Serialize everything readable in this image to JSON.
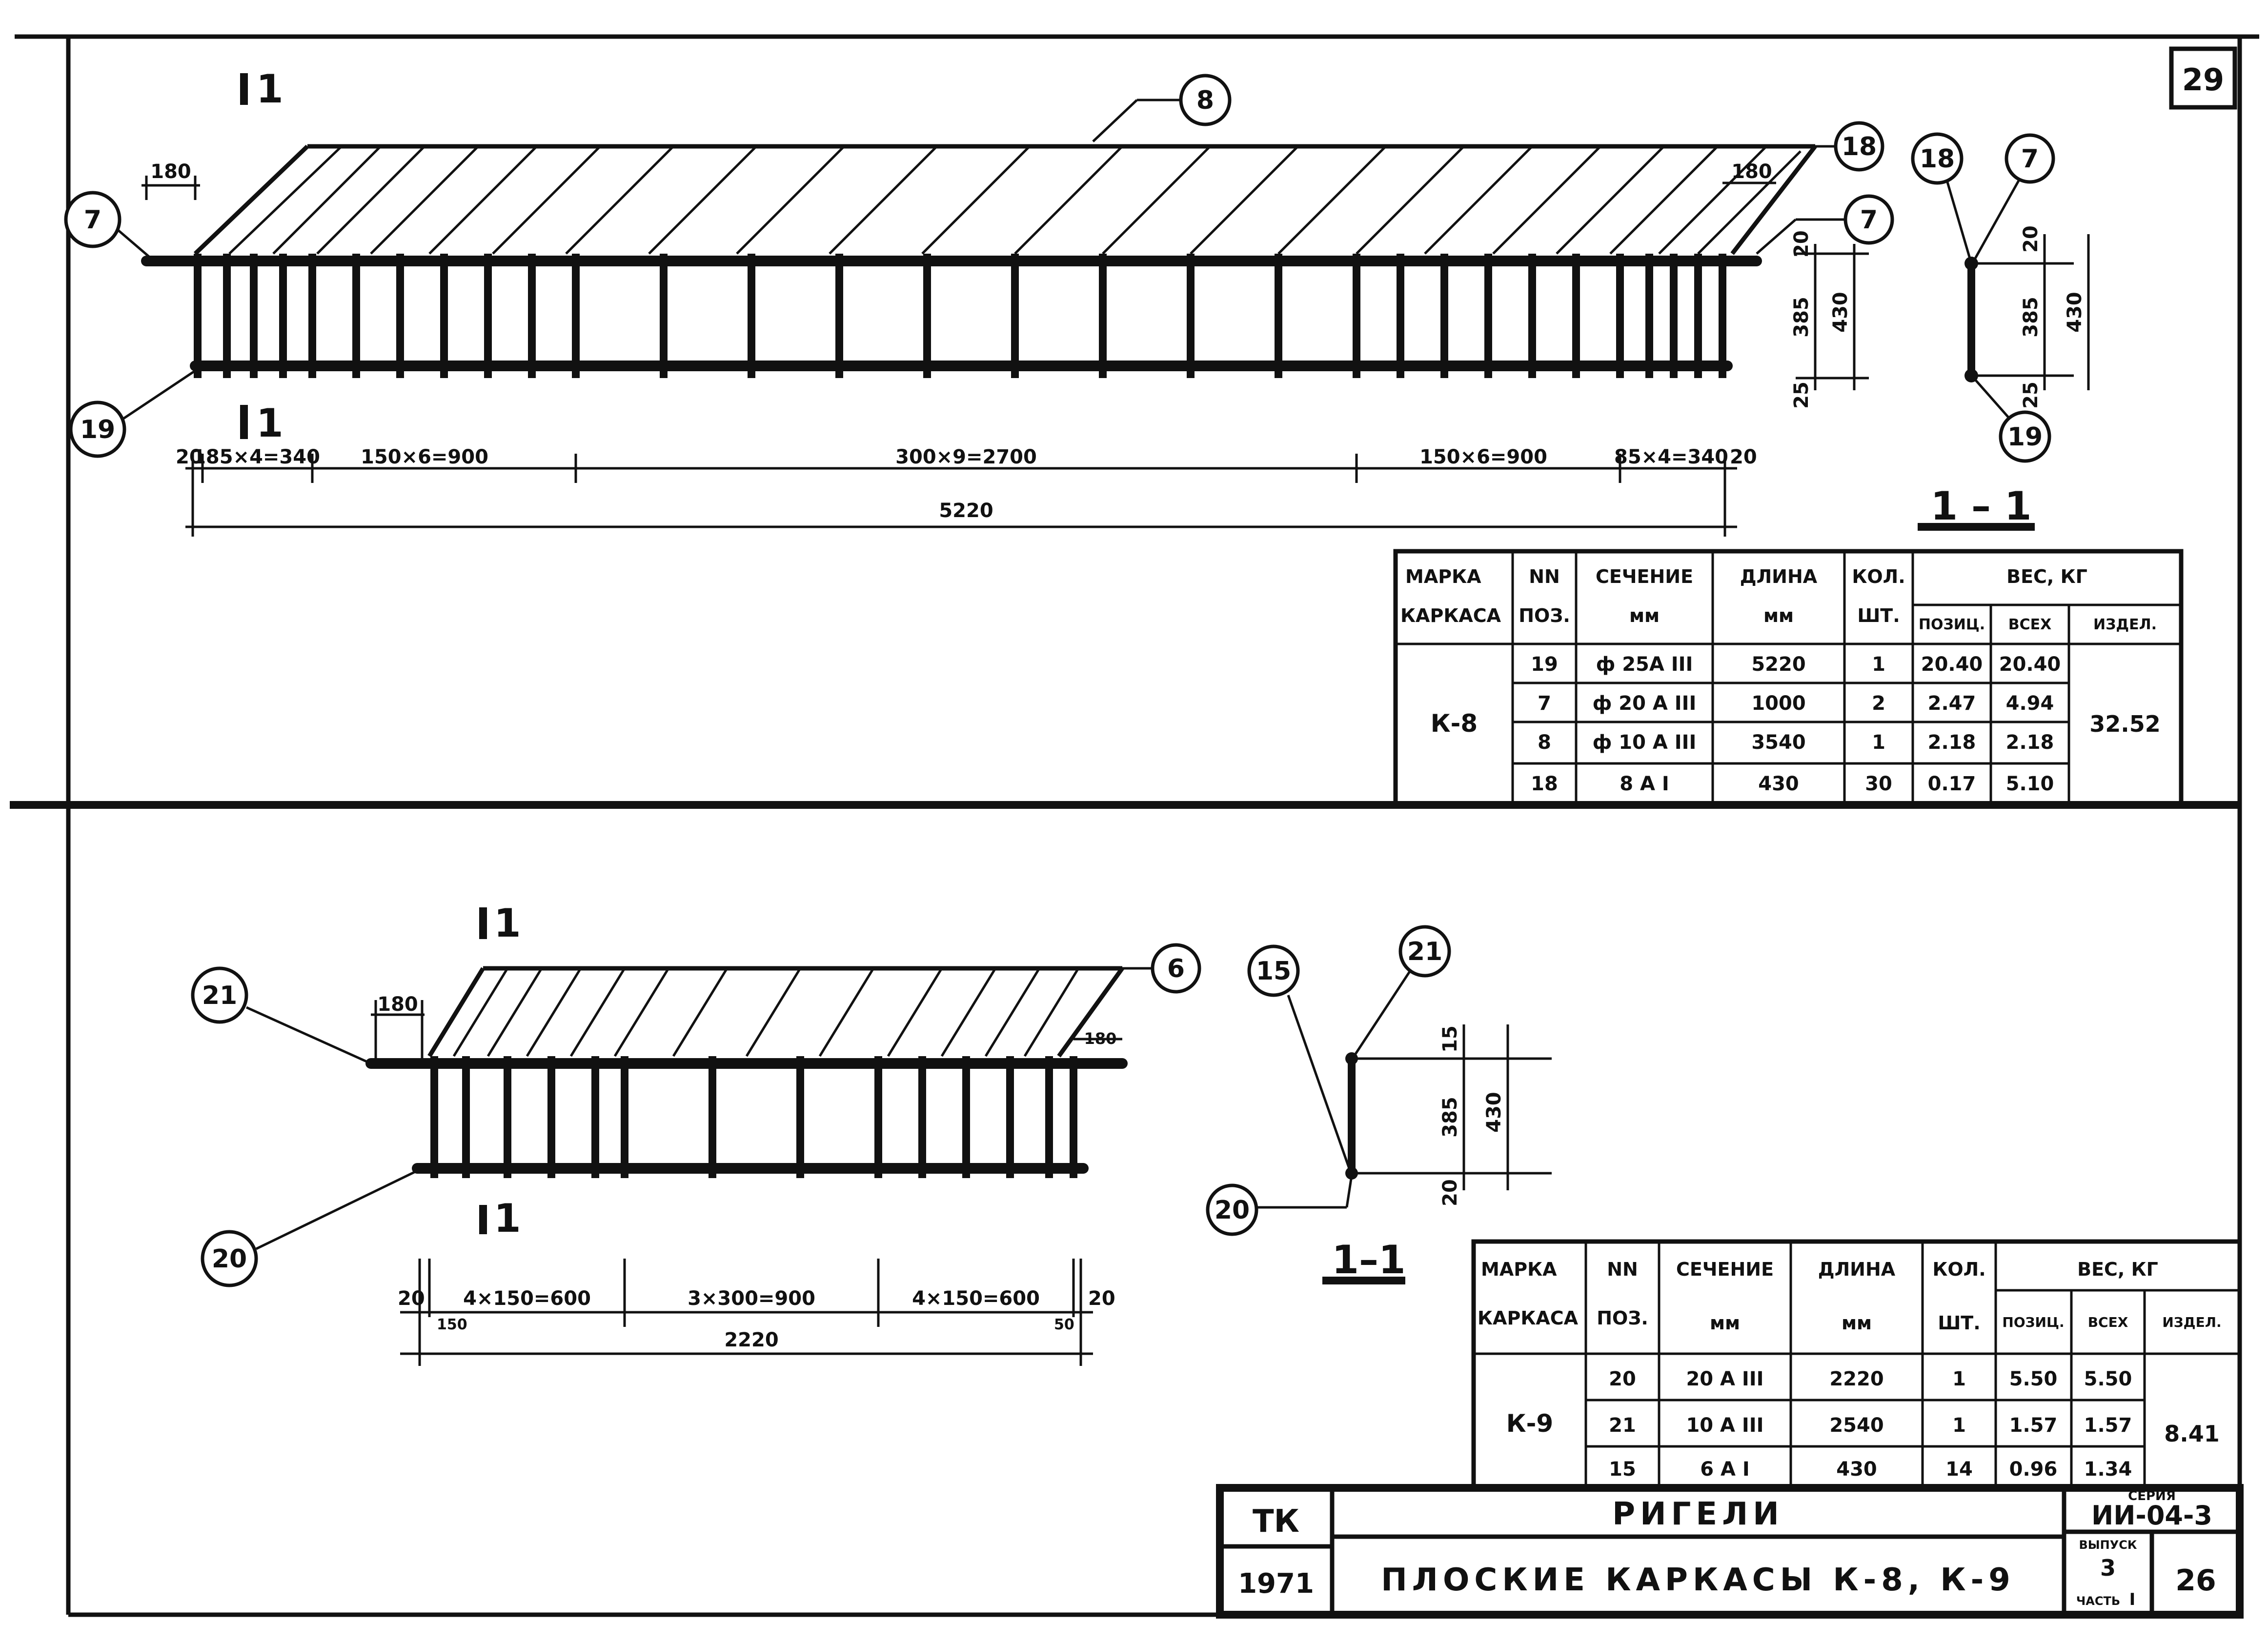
{
  "sheet": {
    "number": "29"
  },
  "k8": {
    "callouts": {
      "c8": "8",
      "c18": "18",
      "c7a": "7",
      "c7b": "7",
      "c19": "19"
    },
    "dims_top": {
      "d180a": "180",
      "d180b": "180",
      "d20": "20",
      "d385": "385",
      "d430": "430",
      "d25": "25"
    },
    "dims_bottom": {
      "seg0": "20",
      "seg1": "185×4=340",
      "seg2": "150×6=900",
      "seg3": "300×9=2700",
      "seg4": "150×6=900",
      "seg5": "85×4=340",
      "seg6": "20",
      "total": "5220"
    },
    "section": {
      "label": "1 – 1",
      "c18": "18",
      "c7": "7",
      "c19": "19",
      "d20": "20",
      "d385": "385",
      "d430": "430",
      "d25": "25"
    },
    "cut_marks": {
      "top": "1",
      "bottom": "1"
    },
    "table": {
      "h_mark": "МАРКА",
      "h_mark2": "КАРКАСА",
      "h_nn": "NN",
      "h_nn2": "ПОЗ.",
      "h_sec": "СЕЧЕНИЕ",
      "h_sec2": "мм",
      "h_len": "ДЛИНА",
      "h_len2": "мм",
      "h_qty": "КОЛ.",
      "h_qty2": "ШТ.",
      "h_w": "ВЕС, КГ",
      "h_w1": "ПОЗИЦ.",
      "h_w2": "ВСЕХ",
      "h_w3": "ИЗДЕЛ.",
      "mark": "К-8",
      "total": "32.52",
      "rows": [
        {
          "pos": "19",
          "sec": "ф 25А III",
          "len": "5220",
          "qty": "1",
          "w1": "20.40",
          "w2": "20.40"
        },
        {
          "pos": "7",
          "sec": "ф 20 А III",
          "len": "1000",
          "qty": "2",
          "w1": "2.47",
          "w2": "4.94"
        },
        {
          "pos": "8",
          "sec": "ф 10 А III",
          "len": "3540",
          "qty": "1",
          "w1": "2.18",
          "w2": "2.18"
        },
        {
          "pos": "18",
          "sec": "8 А I",
          "len": "430",
          "qty": "30",
          "w1": "0.17",
          "w2": "5.10"
        }
      ]
    }
  },
  "k9": {
    "callouts": {
      "c21": "21",
      "c6": "6",
      "c20": "20"
    },
    "dims_top": {
      "d180a": "180",
      "d180b": "180"
    },
    "dims_bottom": {
      "seg0": "20",
      "seg1": "4×150=600",
      "seg2": "3×300=900",
      "seg3": "4×150=600",
      "seg4": "20",
      "total": "2220",
      "sub150": "150",
      "sub50": "50"
    },
    "section": {
      "label": "1–1",
      "c15": "15",
      "c21": "21",
      "c20": "20",
      "d15": "15",
      "d385": "385",
      "d430": "430",
      "d20": "20"
    },
    "cut_marks": {
      "top": "1",
      "bottom": "1"
    },
    "table": {
      "h_mark": "МАРКА",
      "h_mark2": "КАРКАСА",
      "h_nn": "NN",
      "h_nn2": "ПОЗ.",
      "h_sec": "СЕЧЕНИЕ",
      "h_sec2": "мм",
      "h_len": "ДЛИНА",
      "h_len2": "мм",
      "h_qty": "КОЛ.",
      "h_qty2": "ШТ.",
      "h_w": "ВЕС, КГ",
      "h_w1": "ПОЗИЦ.",
      "h_w2": "ВСЕХ",
      "h_w3": "ИЗДЕЛ.",
      "mark": "К-9",
      "total": "8.41",
      "rows": [
        {
          "pos": "20",
          "sec": "20 А III",
          "len": "2220",
          "qty": "1",
          "w1": "5.50",
          "w2": "5.50"
        },
        {
          "pos": "21",
          "sec": "10 А III",
          "len": "2540",
          "qty": "1",
          "w1": "1.57",
          "w2": "1.57"
        },
        {
          "pos": "15",
          "sec": "6 А I",
          "len": "430",
          "qty": "14",
          "w1": "0.96",
          "w2": "1.34"
        }
      ]
    }
  },
  "title_block": {
    "tk": "ТК",
    "year": "1971",
    "title": "РИГЕЛИ",
    "subtitle": "ПЛОСКИЕ КАРКАСЫ К-8, К-9",
    "series_lbl": "СЕРИЯ",
    "series": "ИИ-04-3",
    "issue_lbl": "ВЫПУСК",
    "issue": "3",
    "part_lbl": "ЧАСТЬ",
    "part": "I",
    "page": "26"
  }
}
